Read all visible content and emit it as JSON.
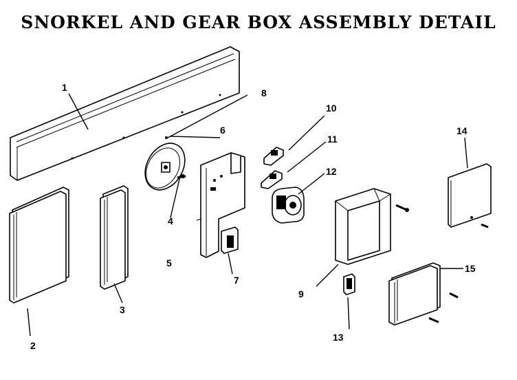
{
  "title": "SNORKEL AND GEAR BOX ASSEMBLY DETAIL",
  "parts": [
    {
      "id": "1"
    },
    {
      "id": "2"
    },
    {
      "id": "3"
    },
    {
      "id": "4"
    },
    {
      "id": "5"
    },
    {
      "id": "6"
    },
    {
      "id": "7"
    },
    {
      "id": "8"
    },
    {
      "id": "9"
    },
    {
      "id": "10"
    },
    {
      "id": "11"
    },
    {
      "id": "12"
    },
    {
      "id": "13"
    },
    {
      "id": "14"
    },
    {
      "id": "15"
    }
  ]
}
